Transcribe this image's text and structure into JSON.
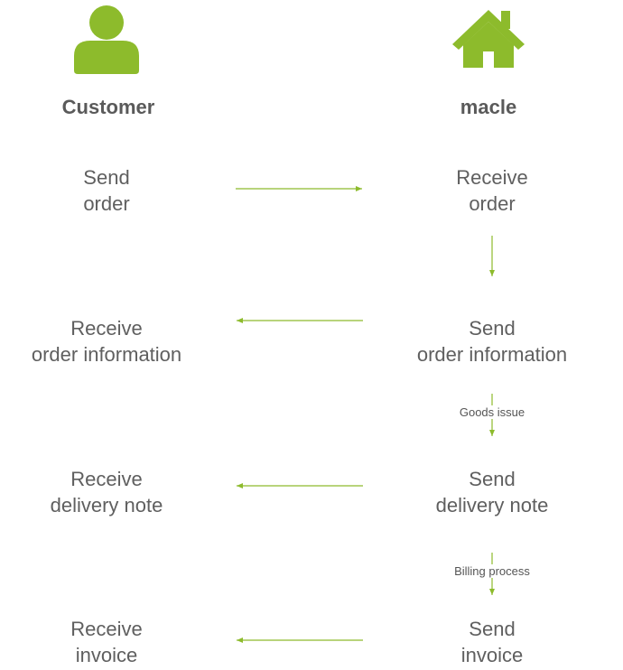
{
  "colors": {
    "accent": "#8dbb2c",
    "text": "#5f5f5f"
  },
  "icons": {
    "left": "person-icon",
    "right": "house-icon"
  },
  "lanes": {
    "left": "Customer",
    "right": "macle"
  },
  "steps": [
    {
      "left": [
        "Send",
        "order"
      ],
      "right": [
        "Receive",
        "order"
      ],
      "direction": "right"
    },
    {
      "left": [
        "Receive",
        "order information"
      ],
      "right": [
        "Send",
        "order information"
      ],
      "direction": "left"
    },
    {
      "left": [
        "Receive",
        "delivery note"
      ],
      "right": [
        "Send",
        "delivery note"
      ],
      "direction": "left"
    },
    {
      "left": [
        "Receive",
        "invoice"
      ],
      "right": [
        "Send",
        "invoice"
      ],
      "direction": "left"
    }
  ],
  "transitions": [
    {
      "label": ""
    },
    {
      "label": "Goods issue"
    },
    {
      "label": "Billing process"
    }
  ]
}
